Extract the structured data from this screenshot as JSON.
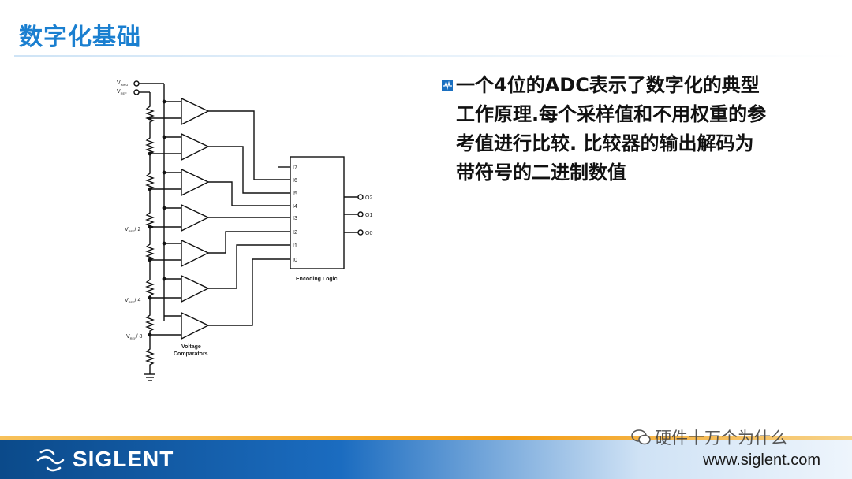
{
  "slide": {
    "title": "数字化基础",
    "bullet_lines": [
      "一个4位的ADC表示了数字化的典型",
      "工作原理.每个采样值和不用权重的参",
      "考值进行比较. 比较器的输出解码为",
      "带符号的二进制数值"
    ]
  },
  "diagram": {
    "v_input": "V",
    "v_input_sub": "INPUT",
    "v_ref": "V",
    "v_ref_sub": "REF",
    "vref_half": "/ 2",
    "vref_quarter": "/ 4",
    "vref_eighth": "/ 8",
    "comparators_label_1": "Voltage",
    "comparators_label_2": "Comparators",
    "encoder_label": "Encoding Logic",
    "encoder_inputs": [
      "I7",
      "I6",
      "I5",
      "I4",
      "I3",
      "I2",
      "I1",
      "I0"
    ],
    "outputs": [
      "O2",
      "O1",
      "O0"
    ]
  },
  "footer": {
    "brand": "SIGLENT",
    "website": "www.siglent.com",
    "watermark": "硬件十万个为什么"
  },
  "colors": {
    "title": "#1a7fd0",
    "bullet": "#1a6fc0",
    "footer_blue": "#1b6cc0",
    "footer_orange": "#f39c12"
  }
}
